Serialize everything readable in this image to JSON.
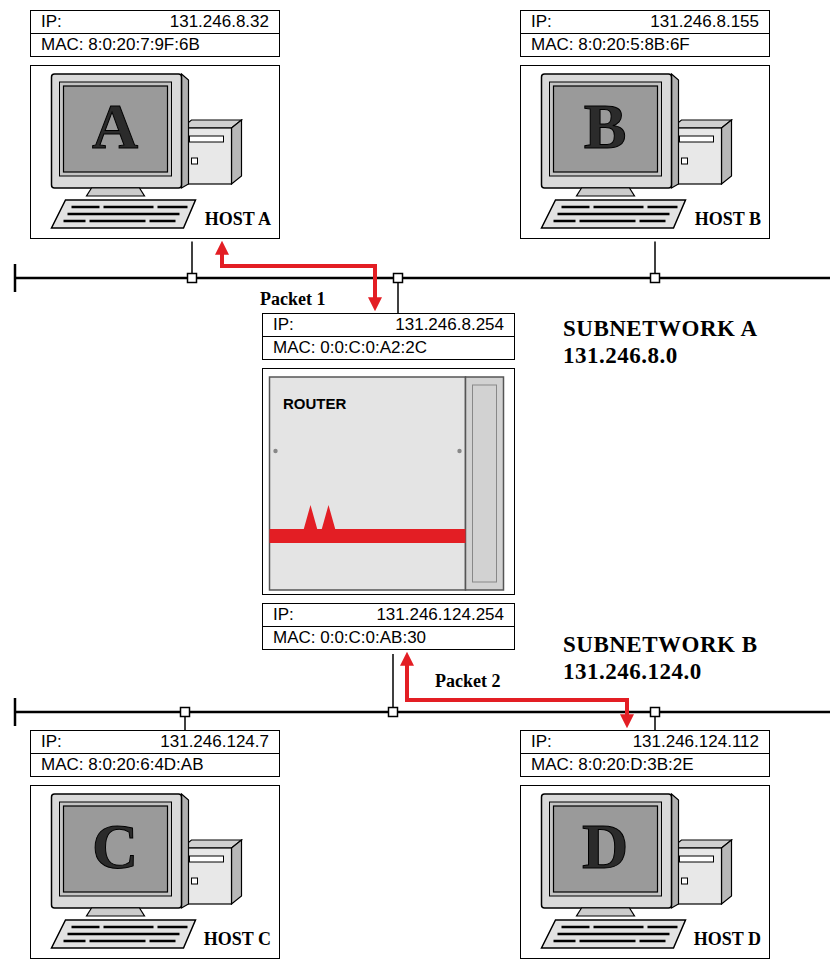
{
  "diagram": {
    "nodes": [
      {
        "text": [
          "IP:",
          "131.246.8.32",
          "MAC: 8:0:20:7:9F:6B",
          "A",
          "HOST A"
        ]
      },
      {
        "text": [
          "IP:",
          "131.246.8.155",
          "MAC: 8:0:20:5:8B:6F",
          "B",
          "HOST B"
        ]
      },
      {
        "text": [
          "IP:",
          "131.246.8.254",
          "MAC: 0:0:C:0:A2:2C",
          "ROUTER",
          "IP:",
          "131.246.124.254",
          "MAC: 0:0:C:0:AB:30"
        ]
      },
      {
        "text": [
          "IP:",
          "131.246.124.7",
          "MAC: 8:0:20:6:4D:AB",
          "C",
          "HOST C"
        ]
      },
      {
        "text": [
          "IP:",
          "131.246.124.112",
          "MAC: 8:0:20:D:3B:2E",
          "D",
          "HOST D"
        ]
      }
    ],
    "edges": [
      {
        "from": 0,
        "to": 2,
        "arrow": "both",
        "label": "Packet 1"
      },
      {
        "from": 2,
        "to": 4,
        "arrow": "both",
        "label": "Packet 2"
      }
    ],
    "labels": [
      "SUBNETWORK A",
      "131.246.8.0",
      "SUBNETWORK B",
      "131.246.124.0"
    ]
  }
}
